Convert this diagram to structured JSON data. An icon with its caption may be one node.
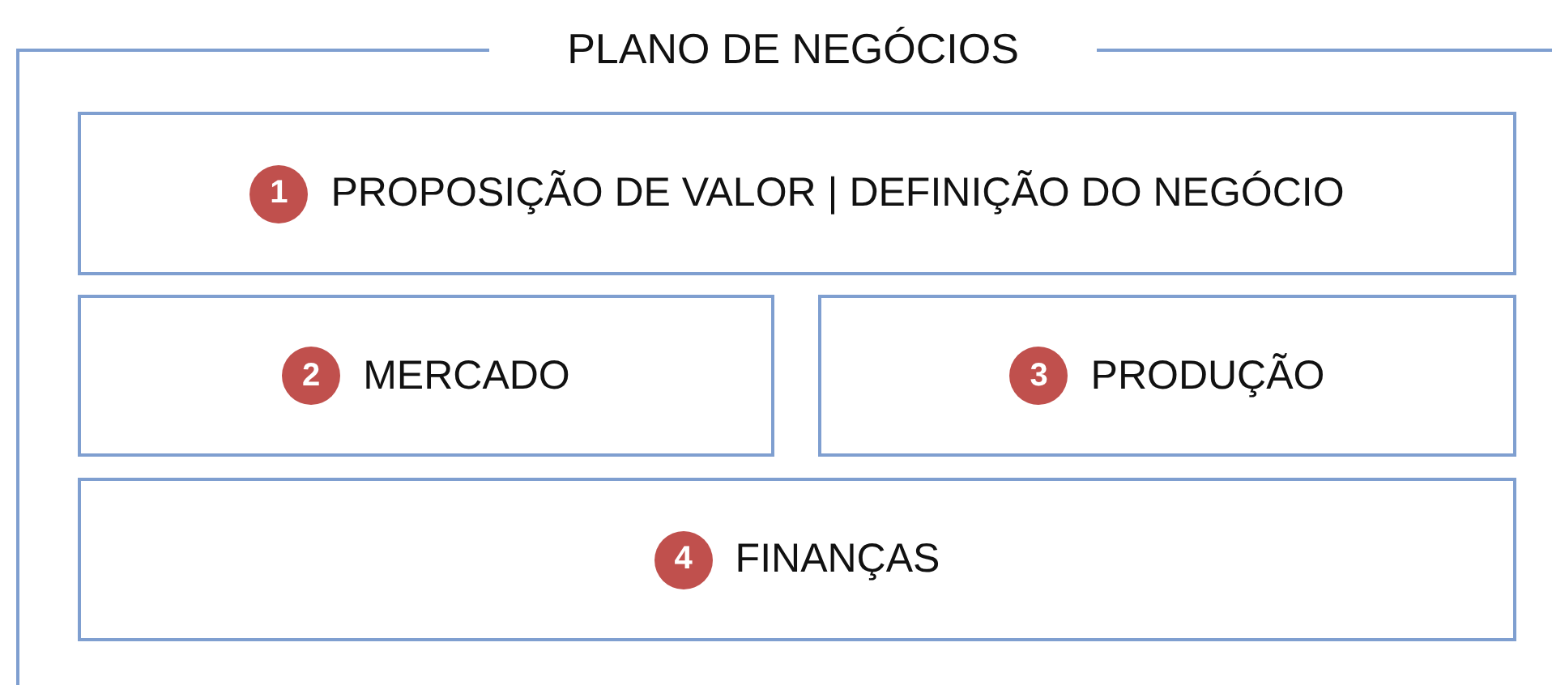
{
  "diagram": {
    "nodes": [
      {
        "text": [
          "PLANO DE NEGÓCIOS"
        ]
      },
      {
        "text": [
          "PROPOSIÇÃO DE VALOR | DEFINIÇÃO DO NEGÓCIO"
        ],
        "in": 0
      },
      {
        "text": [
          "1"
        ],
        "in": 1
      },
      {
        "text": [
          "MERCADO"
        ],
        "in": 0
      },
      {
        "text": [
          "2"
        ],
        "in": 3
      },
      {
        "text": [
          "PRODUÇÃO"
        ],
        "in": 0
      },
      {
        "text": [
          "3"
        ],
        "in": 5
      },
      {
        "text": [
          "FINANÇAS"
        ],
        "in": 0
      },
      {
        "text": [
          "4"
        ],
        "in": 7
      }
    ]
  }
}
